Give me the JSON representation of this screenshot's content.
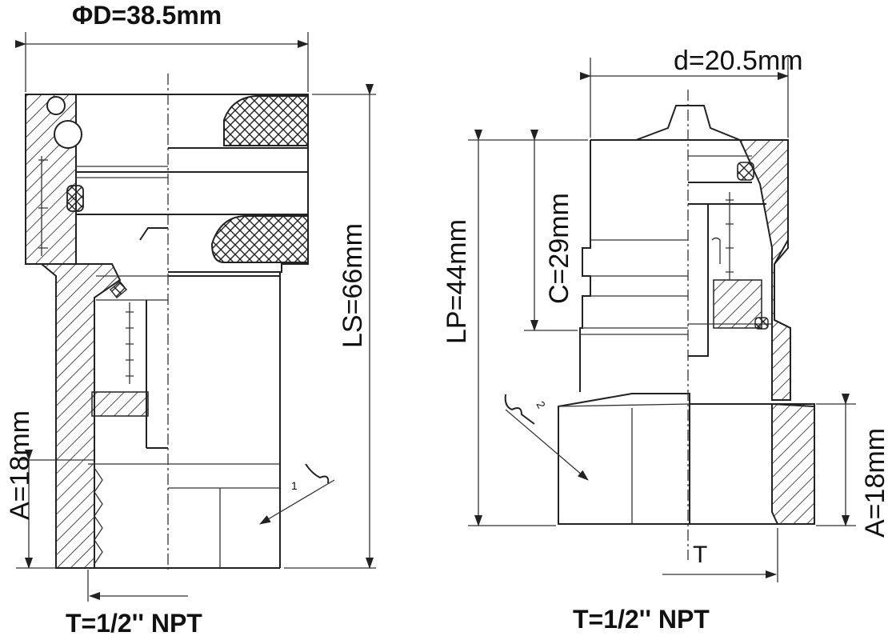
{
  "coupler": {
    "dim_diameter": "ΦD=38.5mm",
    "dim_length": "LS=66mm",
    "dim_thread_length": "A=18mm",
    "thread_label": "T=1/2'' NPT",
    "callout_number": "1"
  },
  "nipple": {
    "dim_diameter": "d=20.5mm",
    "dim_length": "LP=44mm",
    "dim_engagement": "C=29mm",
    "dim_thread_length": "A=18mm",
    "thread_symbol": "T",
    "thread_label": "T=1/2''  NPT",
    "callout_number": "2"
  },
  "colors": {
    "line": "#222222",
    "text": "#111111",
    "background": "#ffffff"
  }
}
